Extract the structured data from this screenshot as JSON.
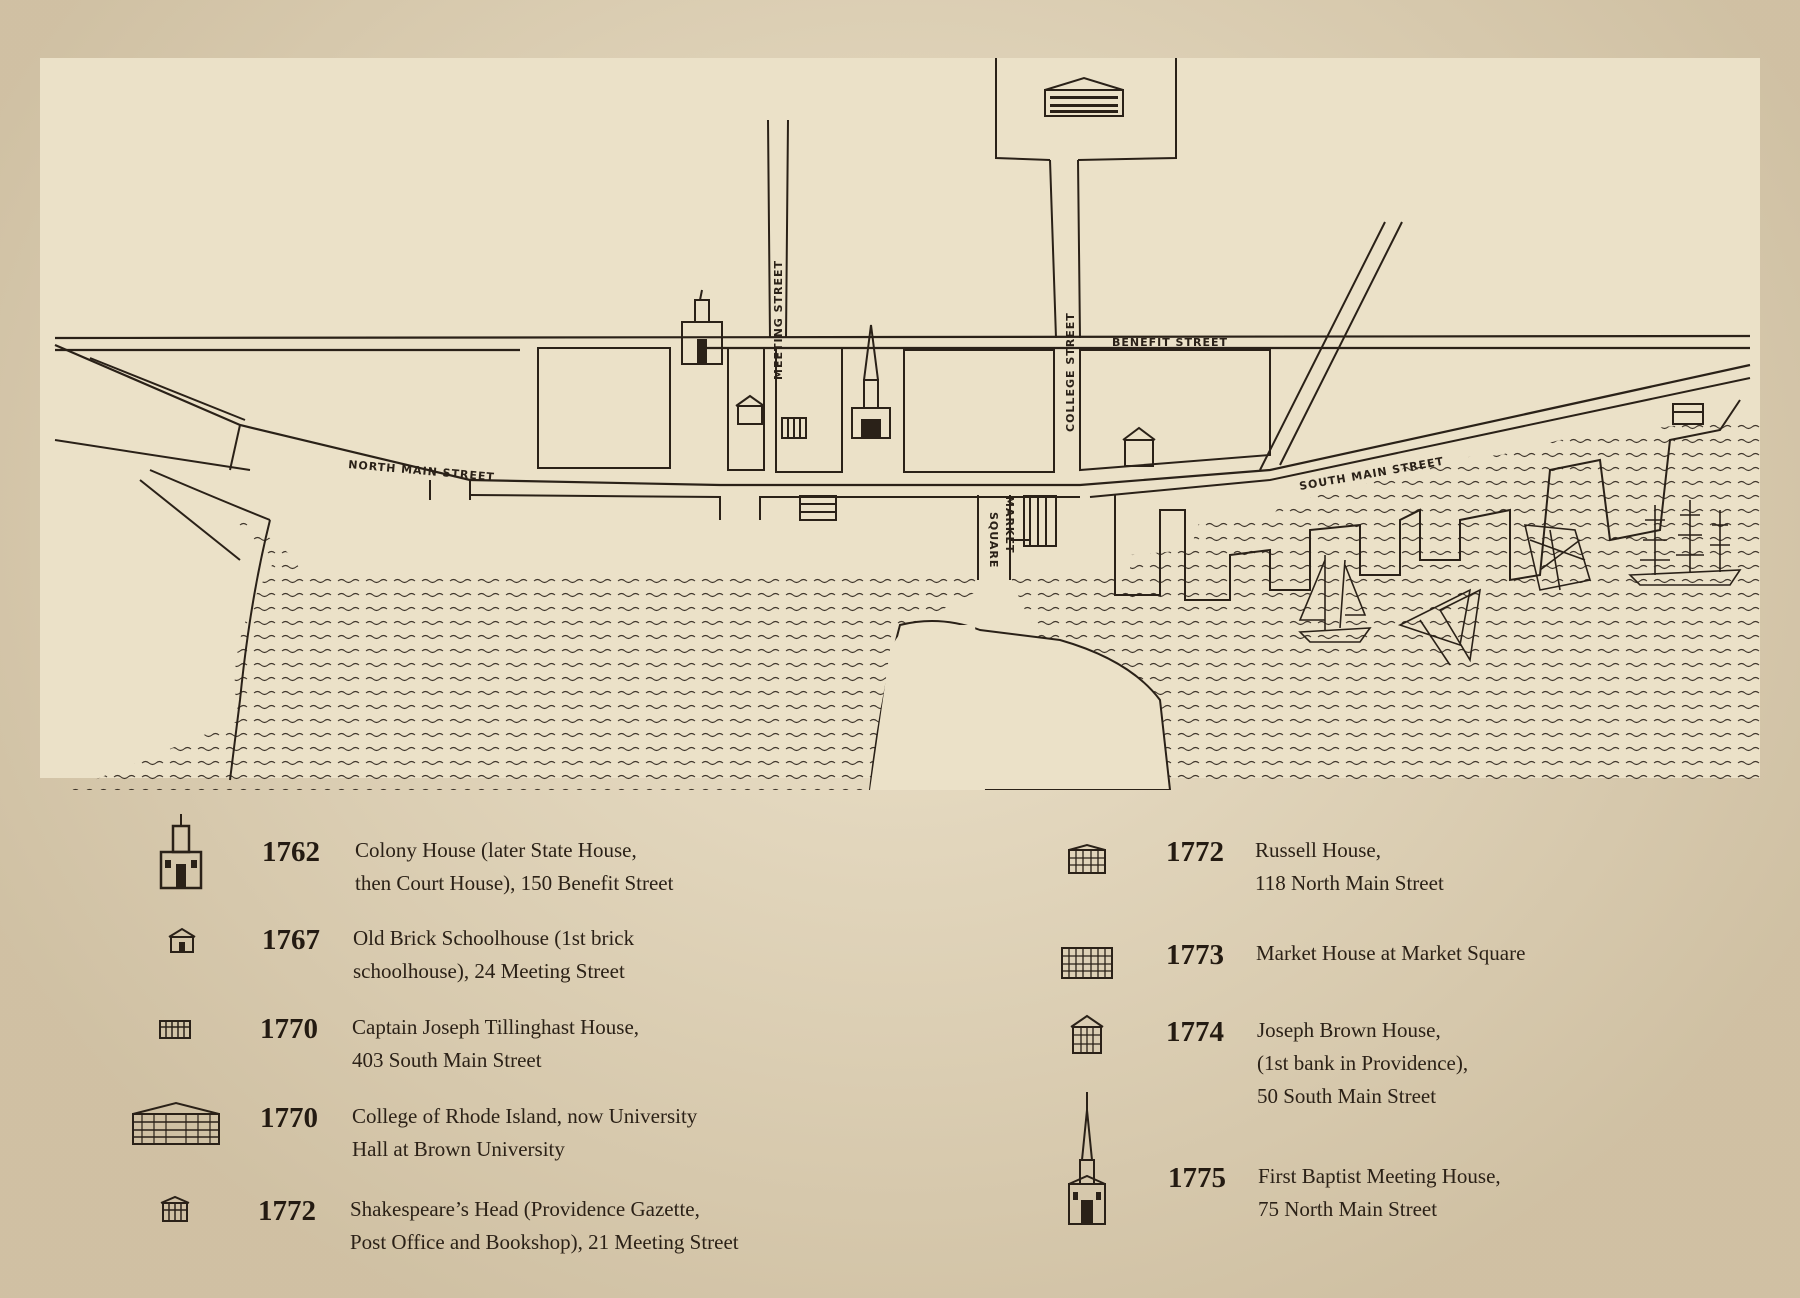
{
  "map": {
    "street_labels": {
      "north_main": "NORTH MAIN STREET",
      "south_main": "SOUTH MAIN STREET",
      "benefit": "BENEFIT STREET",
      "college": "COLLEGE STREET",
      "meeting": "MEETING STREET",
      "market_square_1": "MARKET",
      "market_square_2": "SQUARE"
    }
  },
  "legend": {
    "left": [
      {
        "year": "1762",
        "text": "Colony House (later State House,\nthen Court House), 150 Benefit Street",
        "icon": "colony-house-icon"
      },
      {
        "year": "1767",
        "text": "Old Brick Schoolhouse (1st brick\nschoolhouse), 24 Meeting Street",
        "icon": "schoolhouse-icon"
      },
      {
        "year": "1770",
        "text": "Captain Joseph Tillinghast House,\n403 South Main Street",
        "icon": "tillinghast-house-icon"
      },
      {
        "year": "1770",
        "text": "College of Rhode Island, now University\nHall at Brown University",
        "icon": "university-hall-icon"
      },
      {
        "year": "1772",
        "text": "Shakespeare’s Head (Providence Gazette,\nPost Office and Bookshop), 21 Meeting Street",
        "icon": "shakespeares-head-icon"
      }
    ],
    "right": [
      {
        "year": "1772",
        "text": "Russell House,\n118 North Main Street",
        "icon": "russell-house-icon"
      },
      {
        "year": "1773",
        "text": "Market House at Market Square",
        "icon": "market-house-icon"
      },
      {
        "year": "1774",
        "text": "Joseph Brown House,\n(1st bank in Providence),\n50 South Main Street",
        "icon": "joseph-brown-house-icon"
      },
      {
        "year": "1775",
        "text": "First Baptist Meeting House,\n75 North Main Street",
        "icon": "first-baptist-icon"
      }
    ]
  },
  "colors": {
    "ink": "#2a2118",
    "paper": "#ebe1c8",
    "board": "#e3d6ba"
  }
}
